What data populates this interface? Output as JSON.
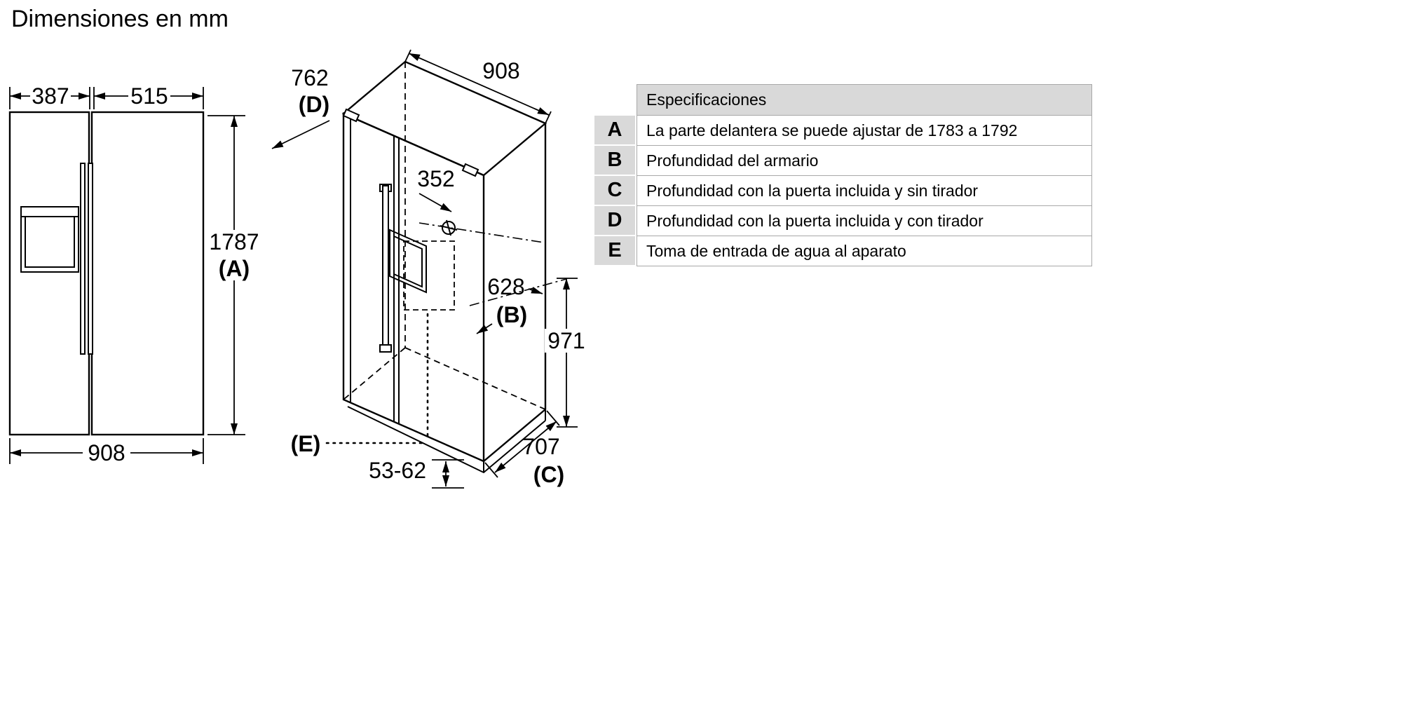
{
  "title": "Dimensiones en mm",
  "front_view": {
    "width_left": "387",
    "width_right": "515",
    "height": "1787",
    "height_ref": "(A)",
    "width_total": "908"
  },
  "iso_view": {
    "depth_with_handle": "762",
    "depth_with_handle_ref": "(D)",
    "width_top": "908",
    "door_clearance": "352",
    "cabinet_depth": "628",
    "cabinet_depth_ref": "(B)",
    "water_inlet_height": "971",
    "depth_with_door": "707",
    "depth_with_door_ref": "(C)",
    "plinth_range": "53-62",
    "water_inlet_ref": "(E)"
  },
  "spec_table": {
    "header": "Especificaciones",
    "rows": [
      {
        "key": "A",
        "desc": "La parte delantera se puede ajustar de 1783 a 1792"
      },
      {
        "key": "B",
        "desc": "Profundidad del armario"
      },
      {
        "key": "C",
        "desc": "Profundidad con la puerta incluida y sin tirador"
      },
      {
        "key": "D",
        "desc": "Profundidad con la puerta incluida y con tirador"
      },
      {
        "key": "E",
        "desc": "Toma de entrada de agua al aparato"
      }
    ]
  },
  "colors": {
    "table_gray": "#d9d9d9",
    "line": "#000000"
  }
}
